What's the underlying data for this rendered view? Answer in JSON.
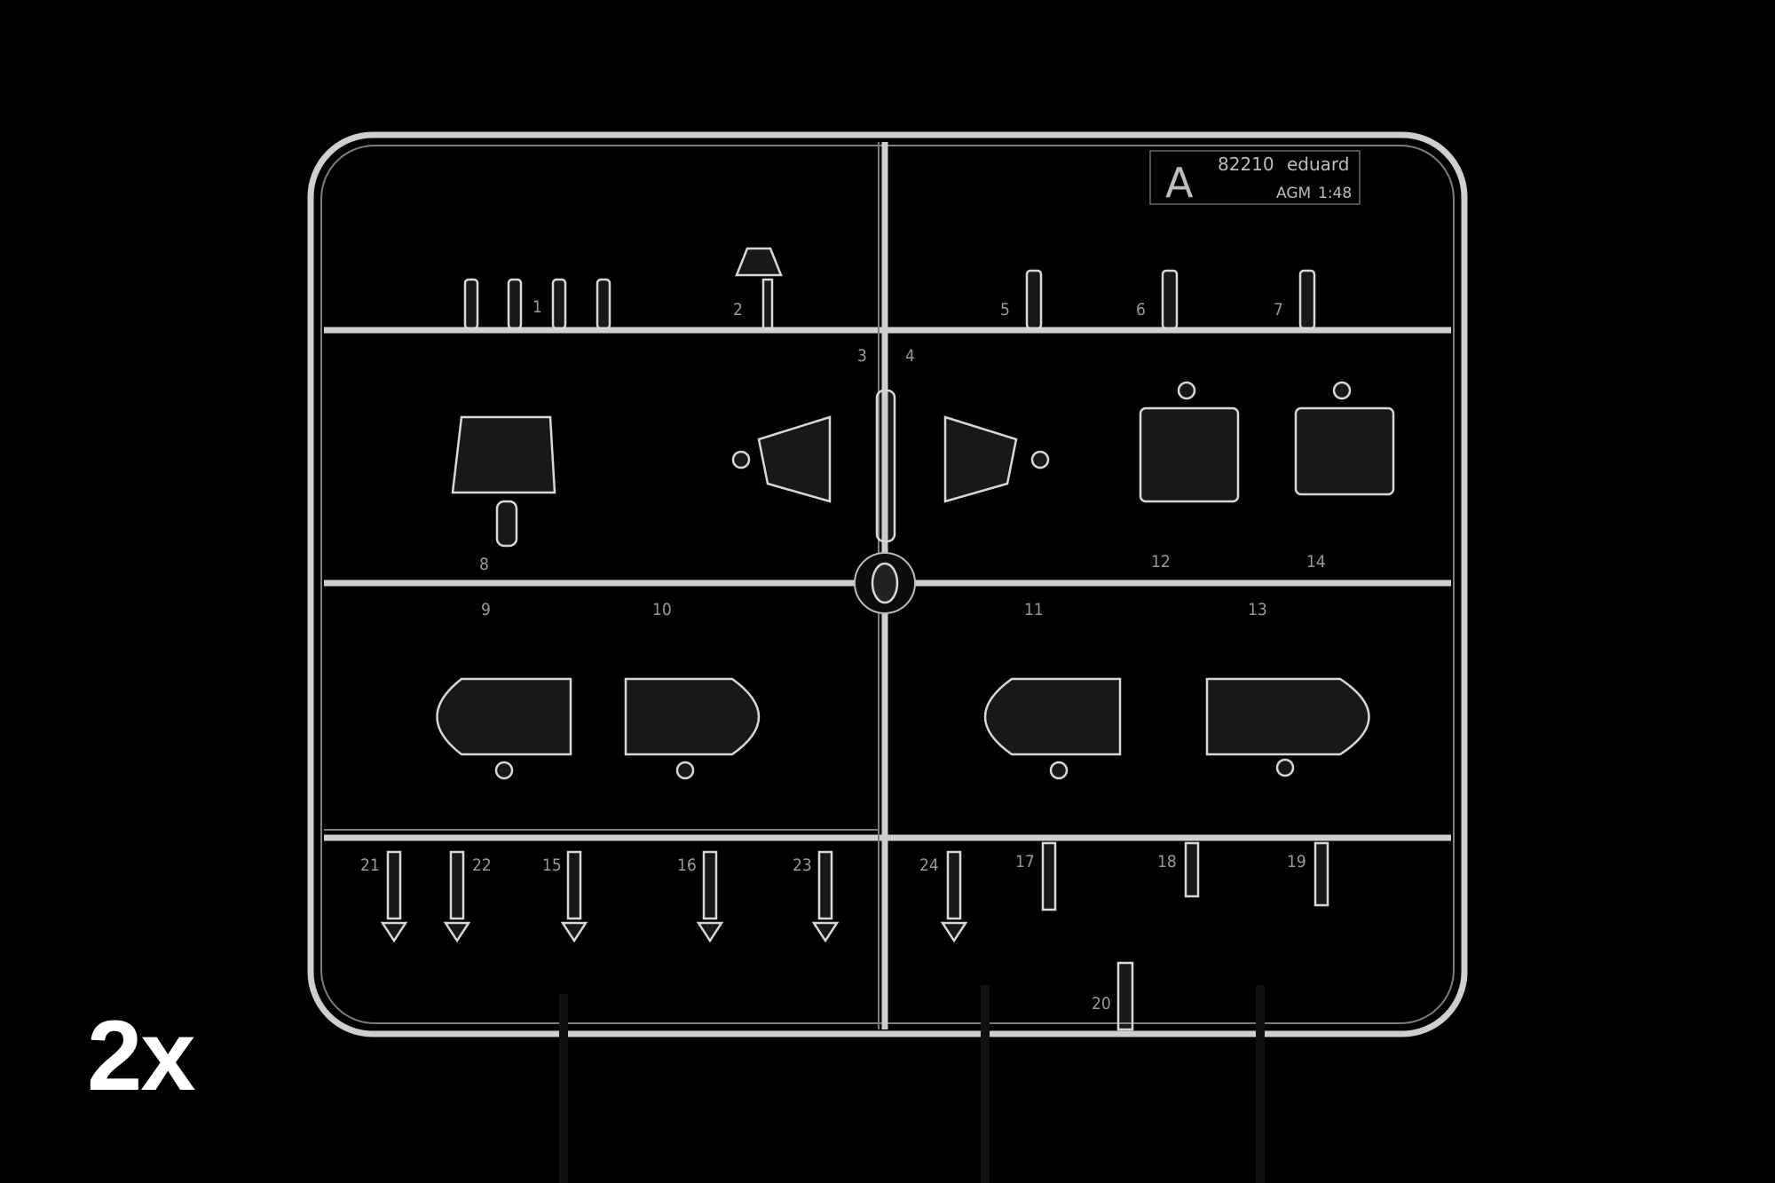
{
  "sprue": {
    "letter": "A",
    "kit_number": "82210",
    "brand": "eduard",
    "material": "AGM",
    "scale": "1:48"
  },
  "part_numbers": [
    "1",
    "2",
    "3",
    "4",
    "5",
    "6",
    "7",
    "8",
    "9",
    "10",
    "11",
    "12",
    "13",
    "14",
    "15",
    "16",
    "17",
    "18",
    "19",
    "20",
    "21",
    "22",
    "23",
    "24"
  ],
  "quantity_label": "2x"
}
